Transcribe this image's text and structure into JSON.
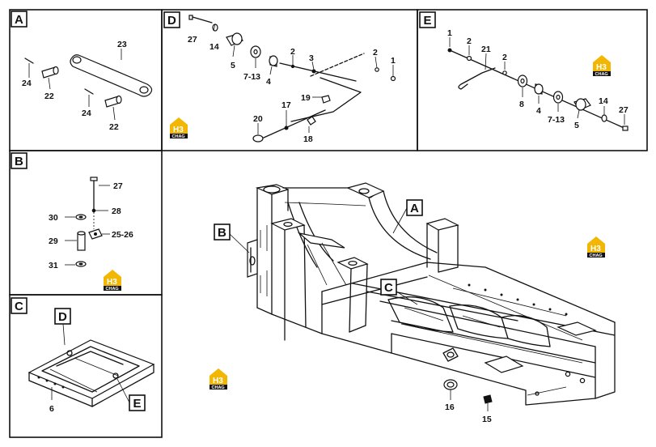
{
  "panels": {
    "A": {
      "letter": "A",
      "labels": [
        "23",
        "24",
        "22",
        "24",
        "22"
      ]
    },
    "B": {
      "letter": "B",
      "labels": [
        "27",
        "30",
        "28",
        "29",
        "25-26",
        "31"
      ]
    },
    "C": {
      "letter": "C",
      "sub_letters": [
        "D",
        "E"
      ],
      "labels": [
        "6"
      ]
    },
    "D": {
      "letter": "D",
      "labels": [
        "27",
        "14",
        "5",
        "7-13",
        "4",
        "2",
        "3",
        "2",
        "1",
        "19",
        "17",
        "20",
        "18"
      ]
    },
    "E": {
      "letter": "E",
      "labels": [
        "1",
        "2",
        "21",
        "2",
        "8",
        "4",
        "7-13",
        "5",
        "14",
        "27"
      ]
    }
  },
  "main": {
    "callouts": [
      "A",
      "B",
      "C"
    ],
    "labels": [
      "16",
      "15"
    ]
  },
  "logo": {
    "mark": "H3",
    "caption": "CHAG",
    "color_top": "#f2b705",
    "color_bottom": "#111111"
  }
}
